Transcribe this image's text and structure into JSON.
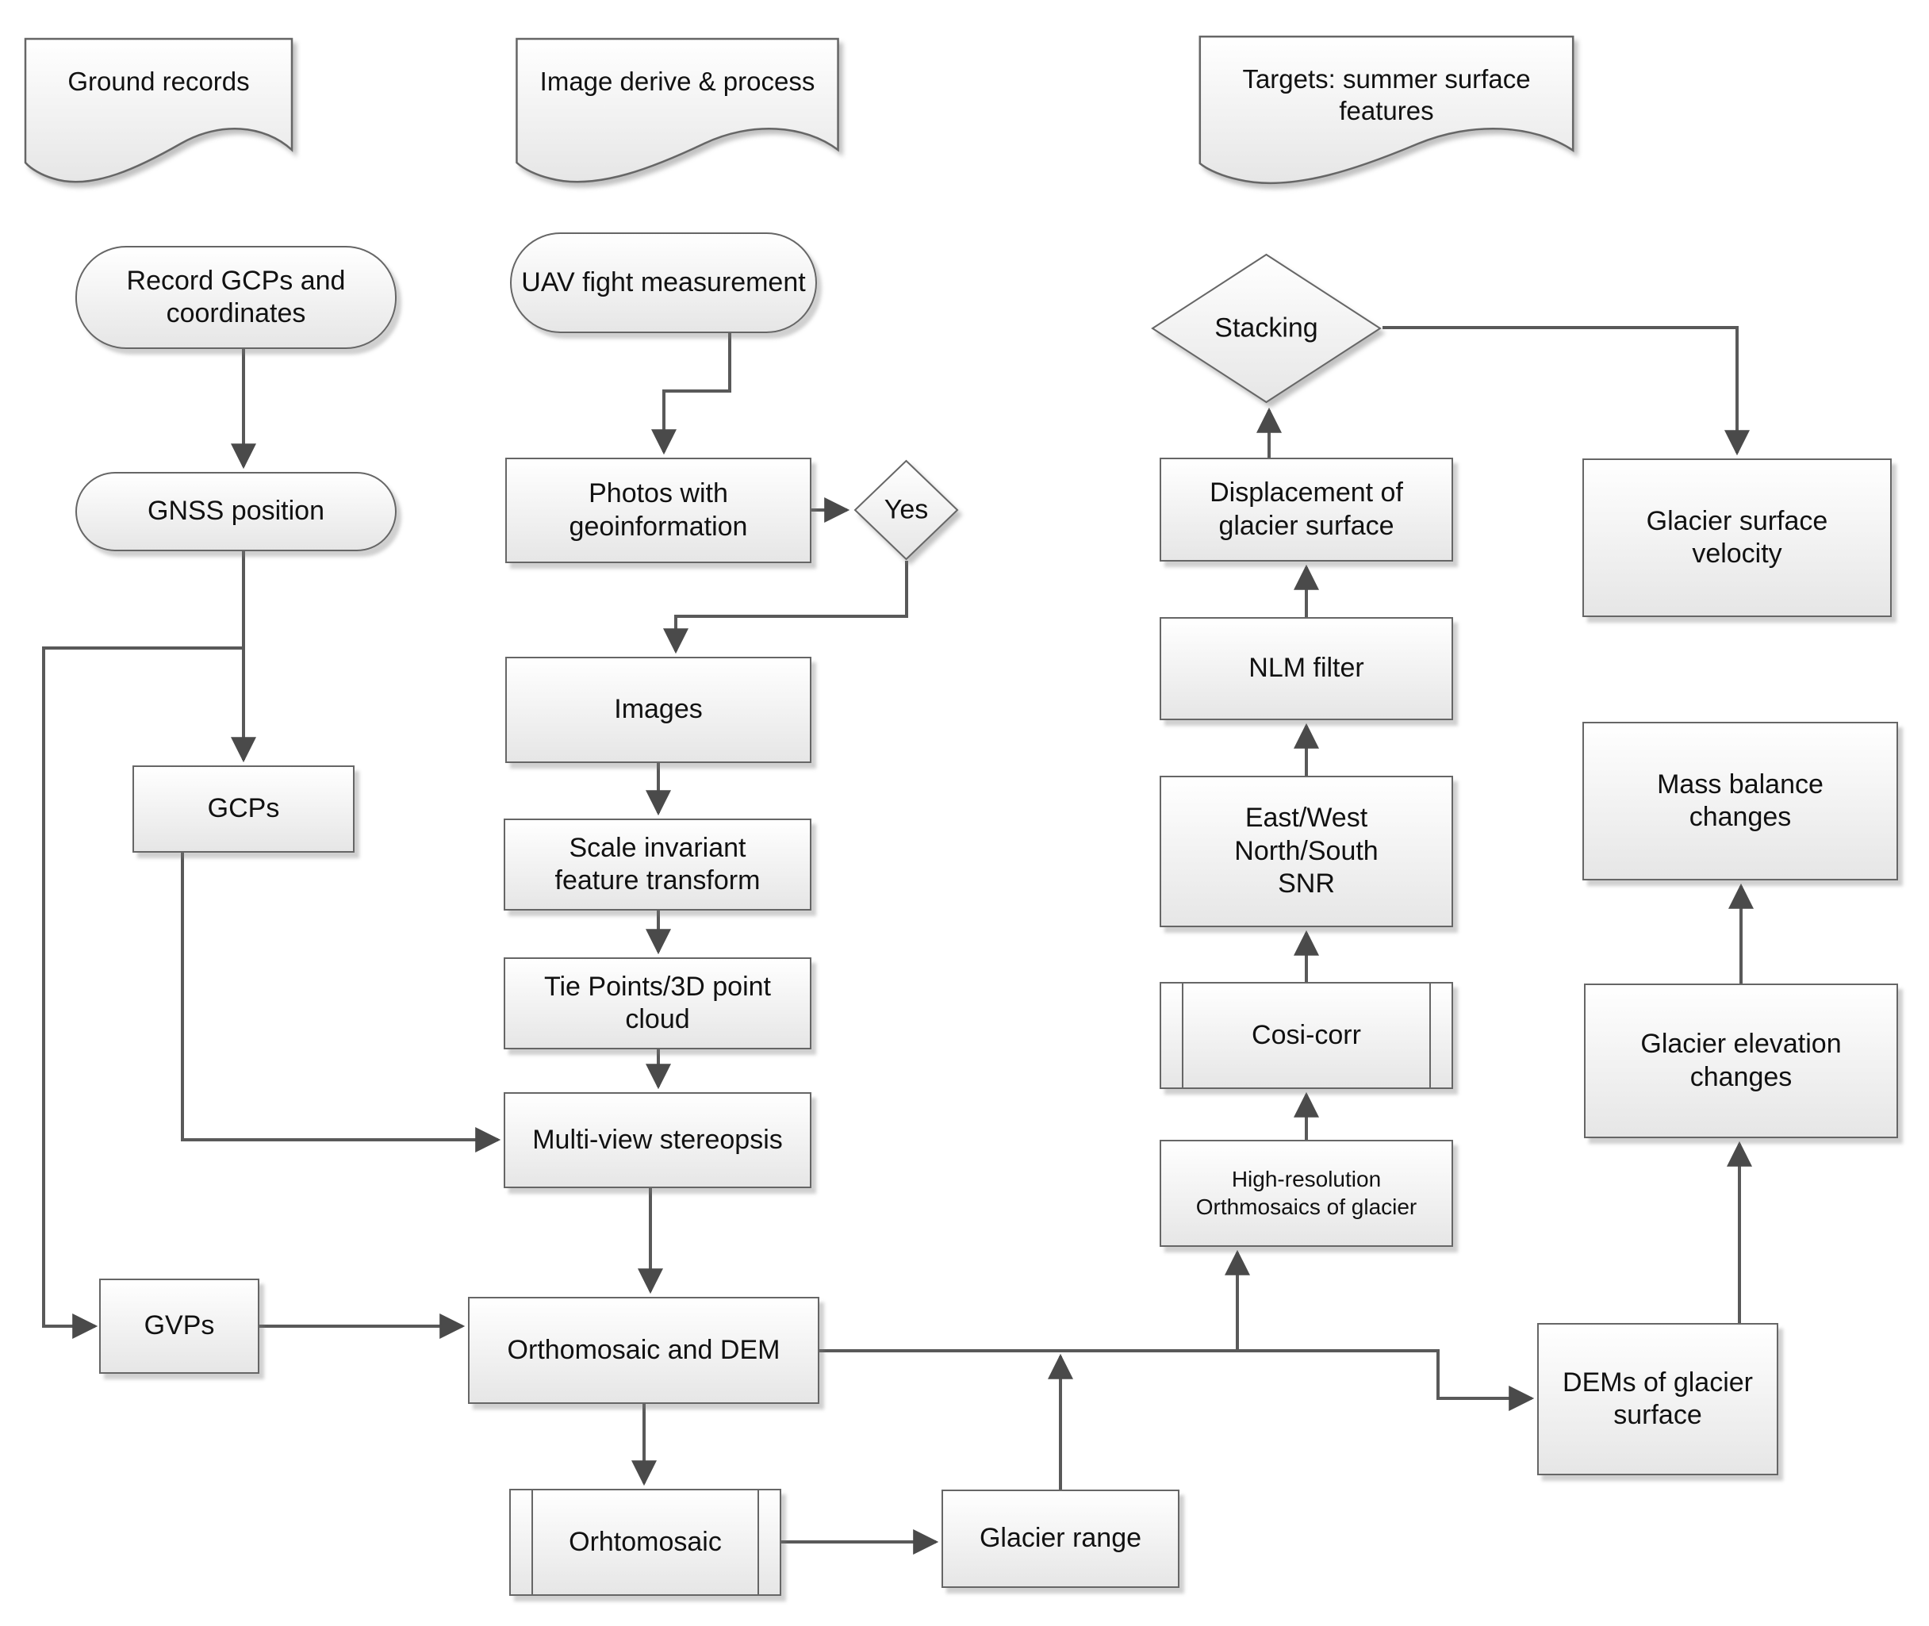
{
  "headers": {
    "ground": "Ground records",
    "image": "Image derive & process",
    "targets": "Targets: summer surface features"
  },
  "nodes": {
    "record_gcps": "Record GCPs and\ncoordinates",
    "gnss": "GNSS position",
    "gcps": "GCPs",
    "gvps": "GVPs",
    "uav": "UAV fight measurement",
    "photos": "Photos with\ngeoinformation",
    "yes": "Yes",
    "images": "Images",
    "sift": "Scale invariant\nfeature transform",
    "tiepoints": "Tie Points/3D point\ncloud",
    "multiview": "Multi-view stereopsis",
    "orthodem": "Orthomosaic and DEM",
    "orhtomosaic": "Orhtomosaic",
    "glacier_range": "Glacier range",
    "stacking": "Stacking",
    "displacement": "Displacement of\nglacier surface",
    "nlm": "NLM filter",
    "ew_snr": "East/West\nNorth/South\nSNR",
    "cosi": "Cosi-corr",
    "highres": "High-resolution\nOrthmosaics of glacier",
    "gsv": "Glacier surface\nvelocity",
    "mbc": "Mass balance\nchanges",
    "gec": "Glacier elevation\nchanges",
    "dems": "DEMs of glacier\nsurface"
  },
  "colors": {
    "line": "#595959",
    "arrowhead": "#4a4a4a",
    "border": "#666666",
    "fill_top": "#ffffff",
    "fill_bottom": "#e6e6e6",
    "text": "#111111"
  },
  "edges": [
    {
      "from": "record-gcps",
      "to": "gnss-position"
    },
    {
      "from": "gnss-position",
      "to": "gcps"
    },
    {
      "from": "gnss-position",
      "to": "gvps"
    },
    {
      "from": "gcps",
      "to": "multi-view-stereopsis"
    },
    {
      "from": "gvps",
      "to": "orthomosaic-and-dem"
    },
    {
      "from": "uav-fight-measurement",
      "to": "photos-with-geoinformation"
    },
    {
      "from": "photos-with-geoinformation",
      "to": "yes"
    },
    {
      "from": "yes",
      "to": "images"
    },
    {
      "from": "images",
      "to": "scale-invariant-feature-transform"
    },
    {
      "from": "scale-invariant-feature-transform",
      "to": "tie-points-3d-point-cloud"
    },
    {
      "from": "tie-points-3d-point-cloud",
      "to": "multi-view-stereopsis"
    },
    {
      "from": "multi-view-stereopsis",
      "to": "orthomosaic-and-dem"
    },
    {
      "from": "orthomosaic-and-dem",
      "to": "orhtomosaic"
    },
    {
      "from": "orhtomosaic",
      "to": "glacier-range"
    },
    {
      "from": "glacier-range",
      "to": "high-resolution-orthmosaics"
    },
    {
      "from": "orthomosaic-and-dem",
      "to": "high-resolution-orthmosaics"
    },
    {
      "from": "orthomosaic-and-dem",
      "to": "dems-of-glacier-surface"
    },
    {
      "from": "high-resolution-orthmosaics",
      "to": "cosi-corr"
    },
    {
      "from": "cosi-corr",
      "to": "east-west-north-south-snr"
    },
    {
      "from": "east-west-north-south-snr",
      "to": "nlm-filter"
    },
    {
      "from": "nlm-filter",
      "to": "displacement-of-glacier-surface"
    },
    {
      "from": "displacement-of-glacier-surface",
      "to": "stacking"
    },
    {
      "from": "stacking",
      "to": "glacier-surface-velocity"
    },
    {
      "from": "dems-of-glacier-surface",
      "to": "glacier-elevation-changes"
    },
    {
      "from": "glacier-elevation-changes",
      "to": "mass-balance-changes"
    }
  ]
}
